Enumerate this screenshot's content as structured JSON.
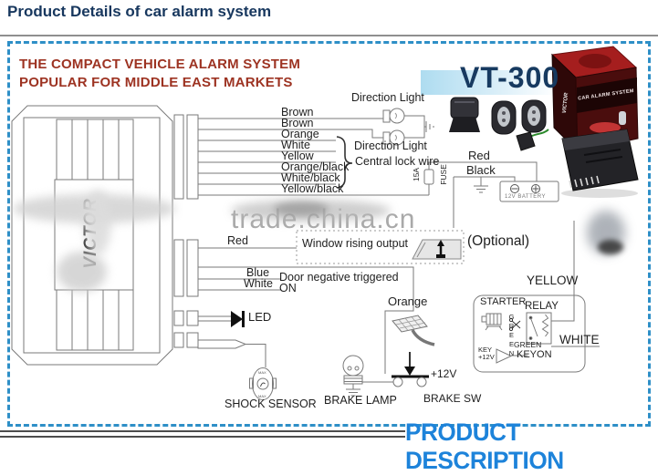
{
  "page": {
    "title": "Product Details of car alarm system",
    "section_title": "PRODUCT DESCRIPTION"
  },
  "diagram": {
    "heading": {
      "line1": "THE COMPACT VEHICLE ALARM SYSTEM",
      "line2": "POPULAR FOR MIDDLE EAST MARKETS"
    },
    "model": "VT-300",
    "brand": "VICTOR",
    "watermark": "trade.china.cn",
    "product_box": {
      "brand": "VICTOR",
      "label": "CAR ALARM SYSTEM"
    },
    "wire_labels": [
      "Brown",
      "Brown",
      "Orange",
      "White",
      "Yellow",
      "Orange/black",
      "White/black",
      "Yellow/black"
    ],
    "labels": {
      "direction_light_top": "Direction Light",
      "direction_light_bottom": "Direction Light",
      "central_lock_wire": "Central lock wire",
      "fuse_amp": "15A",
      "fuse": "FUSE",
      "red_battery": "Red",
      "black_battery": "Black",
      "battery": "12V BATTERY",
      "red_window": "Red",
      "window_rising_output": "Window rising output",
      "optional": "(Optional)",
      "blue": "Blue",
      "white": "White",
      "door_negative_triggered": "Door negative triggered",
      "on": "ON",
      "orange": "Orange",
      "yellow": "YELLOW",
      "white_relay": "WHITE",
      "starter": "STARTER",
      "relay": "RELAY",
      "green_wire": "GREEN",
      "green_contact": "GREEN",
      "keyon": "KEYON",
      "key_line1": "KEY",
      "key_line2": "+12V",
      "led": "LED",
      "shock_sensor": "SHOCK SENSOR",
      "brake_lamp": "BRAKE LAMP",
      "brake_sw": "BRAKE SW",
      "plus_12v": "+12V",
      "sensor_mark_top": "MAX",
      "sensor_mark_bottom": "MAX"
    }
  },
  "colors": {
    "title_navy": "#17375E",
    "heading_red": "#9D3322",
    "model_navy": "#173A60",
    "section_blue": "#1D83DA",
    "border_blue": "#2E8FC7",
    "line_gray": "#7A7A7A",
    "watermark_gray": "#A9A9A9"
  }
}
